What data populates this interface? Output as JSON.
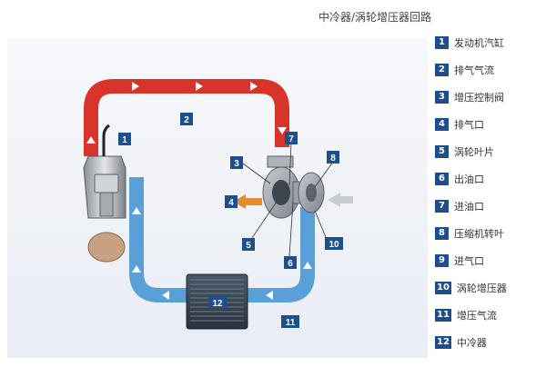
{
  "title": "中冷器/涡轮增压器回路",
  "diagram_labels": {
    "n1": "1",
    "n2": "2",
    "n3": "3",
    "n4": "4",
    "n5": "5",
    "n6": "6",
    "n7": "7",
    "n8": "8",
    "n10": "10",
    "n11": "11",
    "n12": "12"
  },
  "legend": [
    {
      "num": "1",
      "label": "发动机汽缸"
    },
    {
      "num": "2",
      "label": "排气气流"
    },
    {
      "num": "3",
      "label": "增压控制阀"
    },
    {
      "num": "4",
      "label": "排气口"
    },
    {
      "num": "5",
      "label": "涡轮叶片"
    },
    {
      "num": "6",
      "label": "出油口"
    },
    {
      "num": "7",
      "label": "进油口"
    },
    {
      "num": "8",
      "label": "压缩机转叶"
    },
    {
      "num": "9",
      "label": "进气口"
    },
    {
      "num": "10",
      "label": "涡轮增压器"
    },
    {
      "num": "11",
      "label": "增压气流"
    },
    {
      "num": "12",
      "label": "中冷器"
    }
  ],
  "colors": {
    "exhaust": "#d9342b",
    "intake": "#5aa0d8",
    "label_bg": "#1d4f8f",
    "exhaust_arrow": "#e8892c"
  }
}
